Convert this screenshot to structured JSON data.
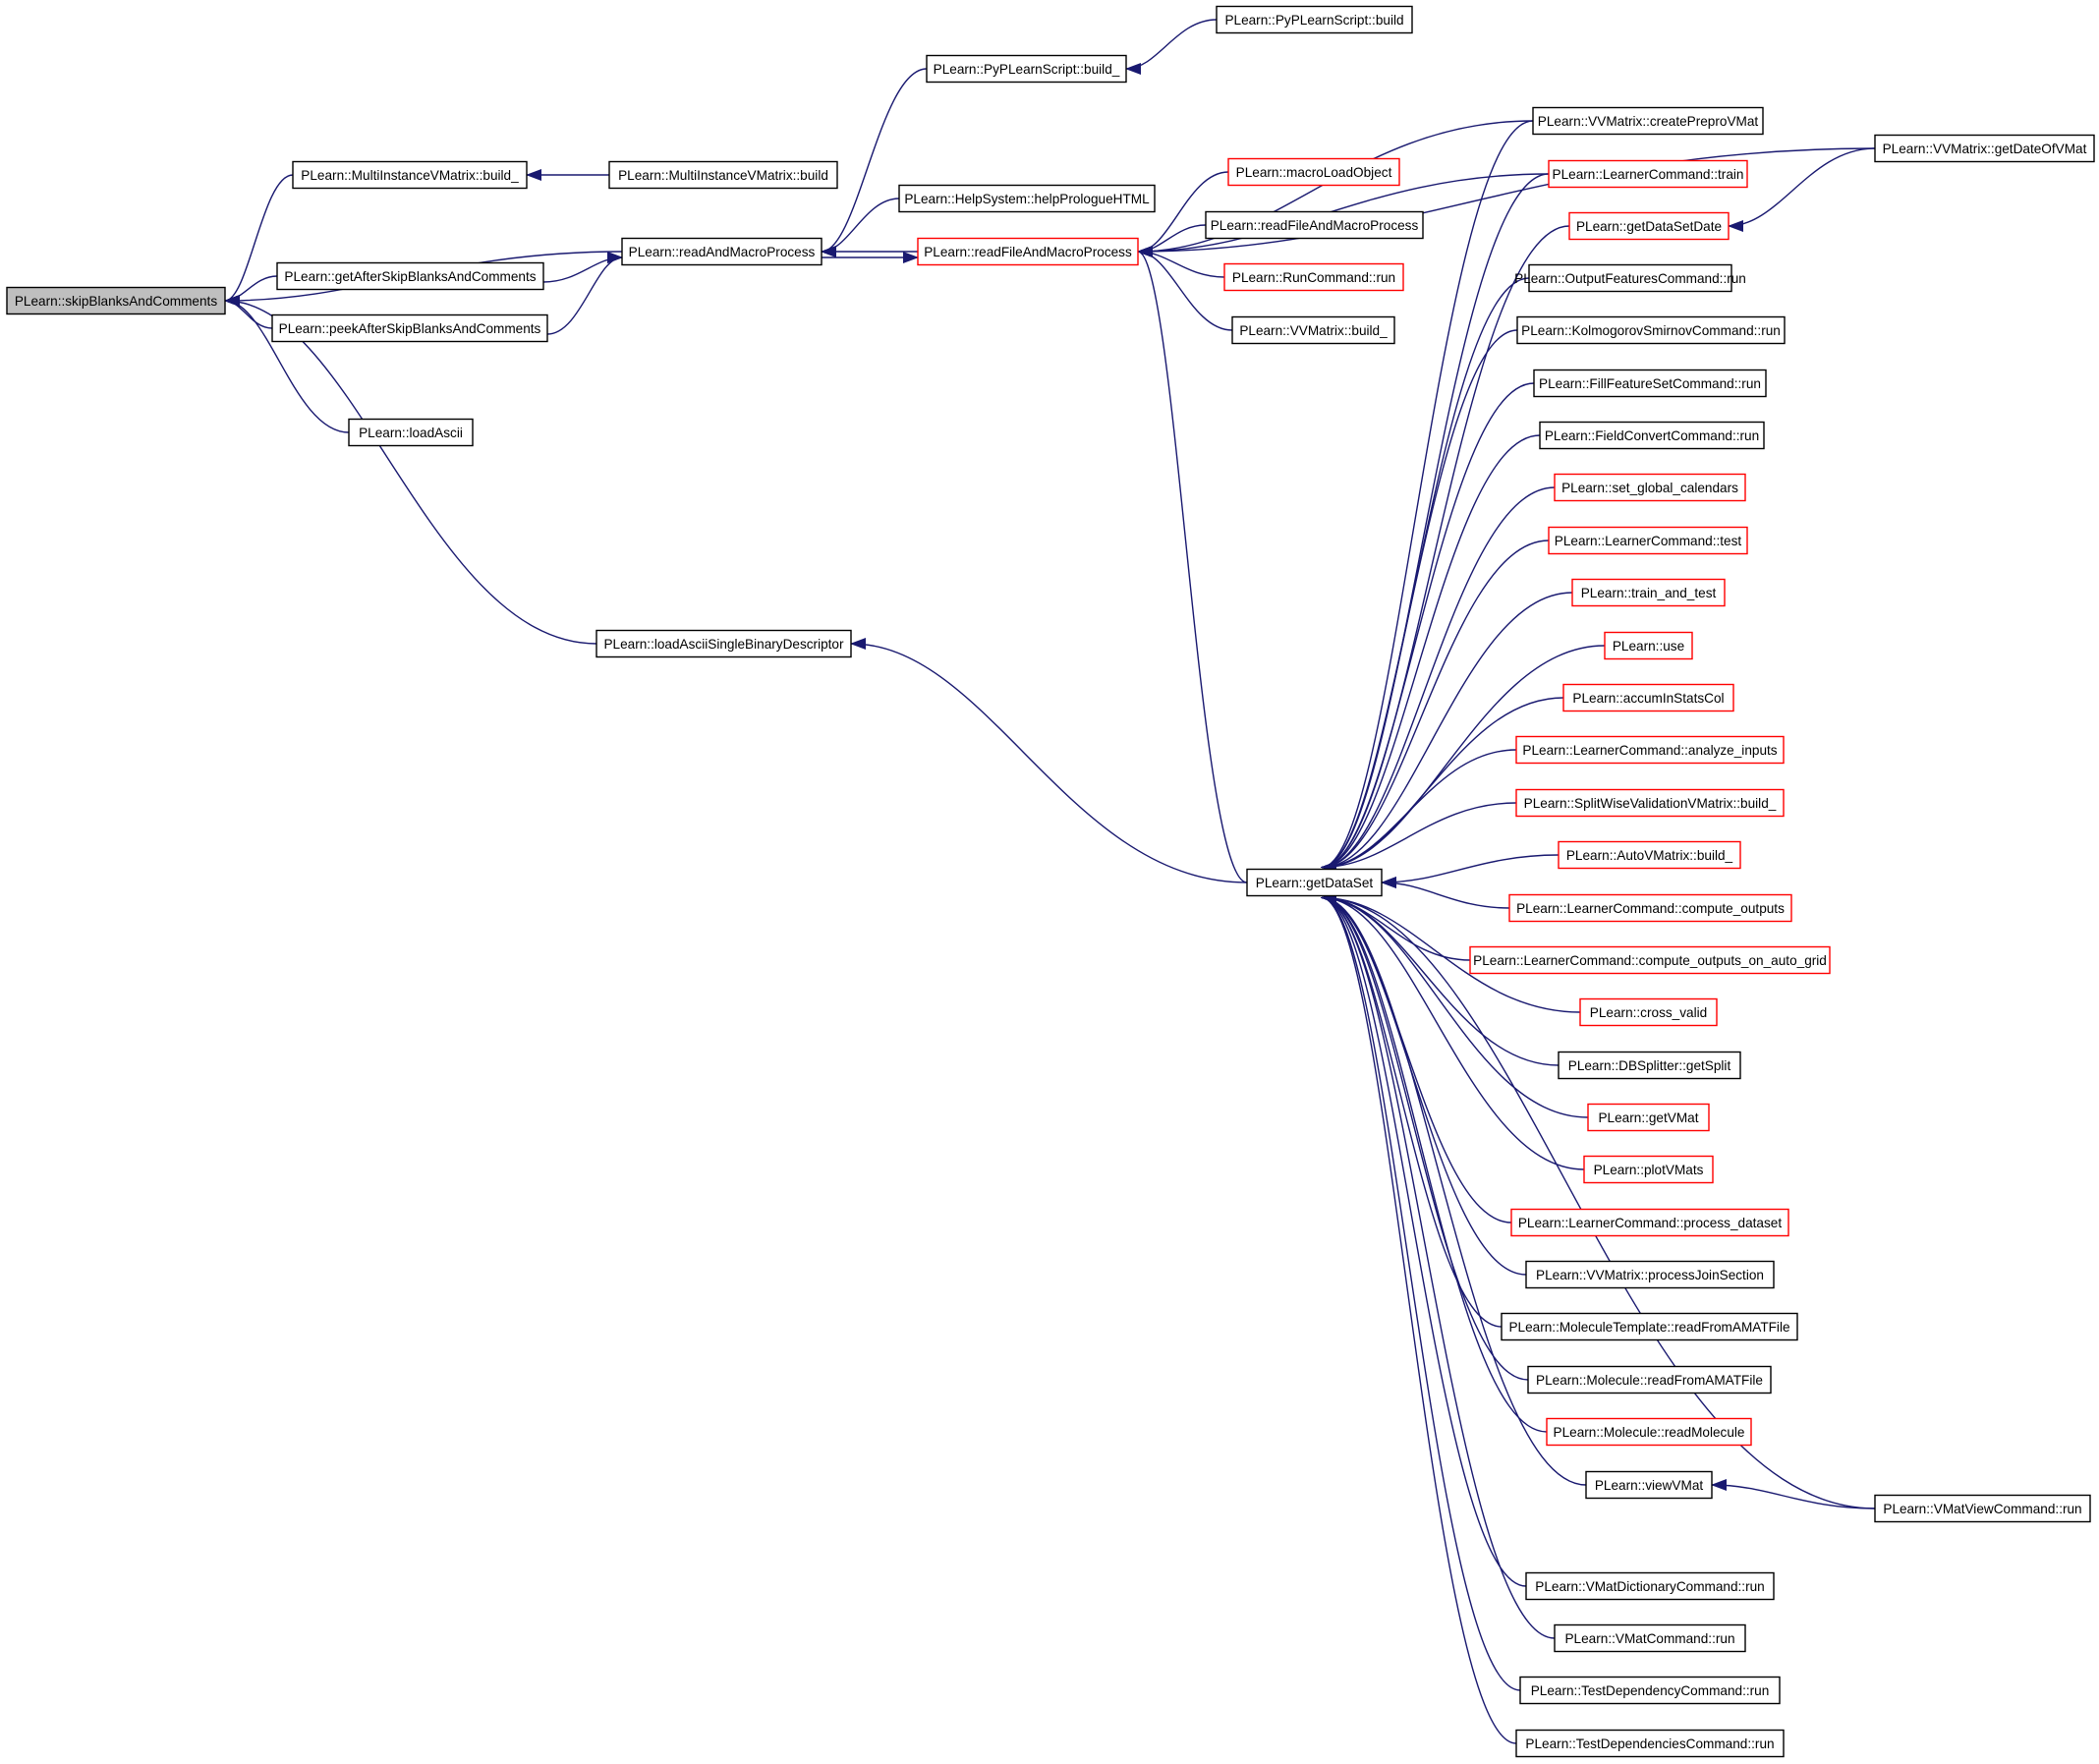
{
  "colors": {
    "edge": "#191970",
    "border_normal": "#000000",
    "border_truncated": "#ff0000",
    "fill_root": "#bfbfbf",
    "fill_normal": "#ffffff"
  },
  "nodes": [
    {
      "id": "skip",
      "label": "PLearn::skipBlanksAndComments",
      "style": "root"
    },
    {
      "id": "mivm_build_",
      "label": "PLearn::MultiInstanceVMatrix::build_",
      "style": "normal"
    },
    {
      "id": "mivm_build",
      "label": "PLearn::MultiInstanceVMatrix::build",
      "style": "normal"
    },
    {
      "id": "getafter",
      "label": "PLearn::getAfterSkipBlanksAndComments",
      "style": "normal"
    },
    {
      "id": "peekafter",
      "label": "PLearn::peekAfterSkipBlanksAndComments",
      "style": "normal"
    },
    {
      "id": "loadascii",
      "label": "PLearn::loadAscii",
      "style": "normal"
    },
    {
      "id": "readandmacro",
      "label": "PLearn::readAndMacroProcess",
      "style": "normal"
    },
    {
      "id": "pyplearn_build_",
      "label": "PLearn::PyPLearnScript::build_",
      "style": "normal"
    },
    {
      "id": "pyplearn_build",
      "label": "PLearn::PyPLearnScript::build",
      "style": "normal"
    },
    {
      "id": "helpprologue",
      "label": "PLearn::HelpSystem::helpPrologueHTML",
      "style": "normal"
    },
    {
      "id": "readfile1",
      "label": "PLearn::readFileAndMacroProcess",
      "style": "truncated"
    },
    {
      "id": "loadasciisbd",
      "label": "PLearn::loadAsciiSingleBinaryDescriptor",
      "style": "normal"
    },
    {
      "id": "getdataset",
      "label": "PLearn::getDataSet",
      "style": "normal"
    },
    {
      "id": "macroload",
      "label": "PLearn::macroLoadObject",
      "style": "truncated"
    },
    {
      "id": "readfile2",
      "label": "PLearn::readFileAndMacroProcess",
      "style": "normal"
    },
    {
      "id": "runcommand",
      "label": "PLearn::RunCommand::run",
      "style": "truncated"
    },
    {
      "id": "vvm_build_",
      "label": "PLearn::VVMatrix::build_",
      "style": "normal"
    },
    {
      "id": "createprepro",
      "label": "PLearn::VVMatrix::createPreproVMat",
      "style": "normal"
    },
    {
      "id": "lc_train",
      "label": "PLearn::LearnerCommand::train",
      "style": "truncated"
    },
    {
      "id": "getdatasetdate",
      "label": "PLearn::getDataSetDate",
      "style": "truncated"
    },
    {
      "id": "getdateofvmat",
      "label": "PLearn::VVMatrix::getDateOfVMat",
      "style": "normal"
    },
    {
      "id": "outputfeatures",
      "label": "PLearn::OutputFeaturesCommand::run",
      "style": "normal"
    },
    {
      "id": "kolmogorov",
      "label": "PLearn::KolmogorovSmirnovCommand::run",
      "style": "normal"
    },
    {
      "id": "fillfeatureset",
      "label": "PLearn::FillFeatureSetCommand::run",
      "style": "normal"
    },
    {
      "id": "fieldconvert",
      "label": "PLearn::FieldConvertCommand::run",
      "style": "normal"
    },
    {
      "id": "setglobal",
      "label": "PLearn::set_global_calendars",
      "style": "truncated"
    },
    {
      "id": "lc_test",
      "label": "PLearn::LearnerCommand::test",
      "style": "truncated"
    },
    {
      "id": "trainandtest",
      "label": "PLearn::train_and_test",
      "style": "truncated"
    },
    {
      "id": "use",
      "label": "PLearn::use",
      "style": "truncated"
    },
    {
      "id": "accumstats",
      "label": "PLearn::accumInStatsCol",
      "style": "truncated"
    },
    {
      "id": "analyze",
      "label": "PLearn::LearnerCommand::analyze_inputs",
      "style": "truncated"
    },
    {
      "id": "splitwise",
      "label": "PLearn::SplitWiseValidationVMatrix::build_",
      "style": "truncated"
    },
    {
      "id": "autovm",
      "label": "PLearn::AutoVMatrix::build_",
      "style": "truncated"
    },
    {
      "id": "compute_outputs",
      "label": "PLearn::LearnerCommand::compute_outputs",
      "style": "truncated"
    },
    {
      "id": "compute_grid",
      "label": "PLearn::LearnerCommand::compute_outputs_on_auto_grid",
      "style": "truncated"
    },
    {
      "id": "crossvalid",
      "label": "PLearn::cross_valid",
      "style": "truncated"
    },
    {
      "id": "dbsplitter",
      "label": "PLearn::DBSplitter::getSplit",
      "style": "normal"
    },
    {
      "id": "getvmat",
      "label": "PLearn::getVMat",
      "style": "truncated"
    },
    {
      "id": "plotvmats",
      "label": "PLearn::plotVMats",
      "style": "truncated"
    },
    {
      "id": "processdataset",
      "label": "PLearn::LearnerCommand::process_dataset",
      "style": "truncated"
    },
    {
      "id": "processjoin",
      "label": "PLearn::VVMatrix::processJoinSection",
      "style": "normal"
    },
    {
      "id": "moltemplate",
      "label": "PLearn::MoleculeTemplate::readFromAMATFile",
      "style": "normal"
    },
    {
      "id": "molreadamat",
      "label": "PLearn::Molecule::readFromAMATFile",
      "style": "normal"
    },
    {
      "id": "molreadmol",
      "label": "PLearn::Molecule::readMolecule",
      "style": "truncated"
    },
    {
      "id": "viewvmat",
      "label": "PLearn::viewVMat",
      "style": "normal"
    },
    {
      "id": "vmatview",
      "label": "PLearn::VMatViewCommand::run",
      "style": "normal"
    },
    {
      "id": "vmatdict",
      "label": "PLearn::VMatDictionaryCommand::run",
      "style": "normal"
    },
    {
      "id": "vmatcmd",
      "label": "PLearn::VMatCommand::run",
      "style": "normal"
    },
    {
      "id": "testdep",
      "label": "PLearn::TestDependencyCommand::run",
      "style": "normal"
    },
    {
      "id": "testdeps",
      "label": "PLearn::TestDependenciesCommand::run",
      "style": "normal"
    }
  ],
  "edges": [
    {
      "from": "mivm_build_",
      "to": "skip"
    },
    {
      "from": "mivm_build",
      "to": "mivm_build_"
    },
    {
      "from": "readandmacro",
      "to": "skip"
    },
    {
      "from": "getafter",
      "to": "skip"
    },
    {
      "from": "peekafter",
      "to": "skip"
    },
    {
      "from": "loadascii",
      "to": "skip"
    },
    {
      "from": "loadasciisbd",
      "to": "skip"
    },
    {
      "from": "getafter",
      "to": "readandmacro"
    },
    {
      "from": "peekafter",
      "to": "readandmacro"
    },
    {
      "from": "readfile1",
      "to": "readandmacro"
    },
    {
      "from": "readandmacro",
      "to": "readfile1"
    },
    {
      "from": "pyplearn_build_",
      "to": "readandmacro"
    },
    {
      "from": "helpprologue",
      "to": "readandmacro"
    },
    {
      "from": "pyplearn_build",
      "to": "pyplearn_build_"
    },
    {
      "from": "getdataset",
      "to": "loadasciisbd"
    },
    {
      "from": "macroload",
      "to": "readfile1"
    },
    {
      "from": "readfile2",
      "to": "readfile1"
    },
    {
      "from": "runcommand",
      "to": "readfile1"
    },
    {
      "from": "vvm_build_",
      "to": "readfile1"
    },
    {
      "from": "getdateofvmat",
      "to": "readfile1"
    },
    {
      "from": "createprepro",
      "to": "readfile1"
    },
    {
      "from": "lc_train",
      "to": "readfile1"
    },
    {
      "from": "getdataset",
      "to": "readfile1"
    },
    {
      "from": "getdateofvmat",
      "to": "getdatasetdate"
    },
    {
      "from": "createprepro",
      "to": "getdataset"
    },
    {
      "from": "lc_train",
      "to": "getdataset"
    },
    {
      "from": "getdatasetdate",
      "to": "getdataset"
    },
    {
      "from": "outputfeatures",
      "to": "getdataset"
    },
    {
      "from": "kolmogorov",
      "to": "getdataset"
    },
    {
      "from": "fillfeatureset",
      "to": "getdataset"
    },
    {
      "from": "fieldconvert",
      "to": "getdataset"
    },
    {
      "from": "setglobal",
      "to": "getdataset"
    },
    {
      "from": "lc_test",
      "to": "getdataset"
    },
    {
      "from": "trainandtest",
      "to": "getdataset"
    },
    {
      "from": "use",
      "to": "getdataset"
    },
    {
      "from": "accumstats",
      "to": "getdataset"
    },
    {
      "from": "analyze",
      "to": "getdataset"
    },
    {
      "from": "splitwise",
      "to": "getdataset"
    },
    {
      "from": "autovm",
      "to": "getdataset"
    },
    {
      "from": "compute_outputs",
      "to": "getdataset"
    },
    {
      "from": "compute_grid",
      "to": "getdataset"
    },
    {
      "from": "crossvalid",
      "to": "getdataset"
    },
    {
      "from": "dbsplitter",
      "to": "getdataset"
    },
    {
      "from": "getvmat",
      "to": "getdataset"
    },
    {
      "from": "plotvmats",
      "to": "getdataset"
    },
    {
      "from": "processdataset",
      "to": "getdataset"
    },
    {
      "from": "processjoin",
      "to": "getdataset"
    },
    {
      "from": "moltemplate",
      "to": "getdataset"
    },
    {
      "from": "molreadamat",
      "to": "getdataset"
    },
    {
      "from": "molreadmol",
      "to": "getdataset"
    },
    {
      "from": "viewvmat",
      "to": "getdataset"
    },
    {
      "from": "vmatview",
      "to": "getdataset"
    },
    {
      "from": "vmatview",
      "to": "viewvmat"
    },
    {
      "from": "vmatdict",
      "to": "getdataset"
    },
    {
      "from": "vmatcmd",
      "to": "getdataset"
    },
    {
      "from": "testdep",
      "to": "getdataset"
    },
    {
      "from": "testdeps",
      "to": "getdataset"
    }
  ]
}
